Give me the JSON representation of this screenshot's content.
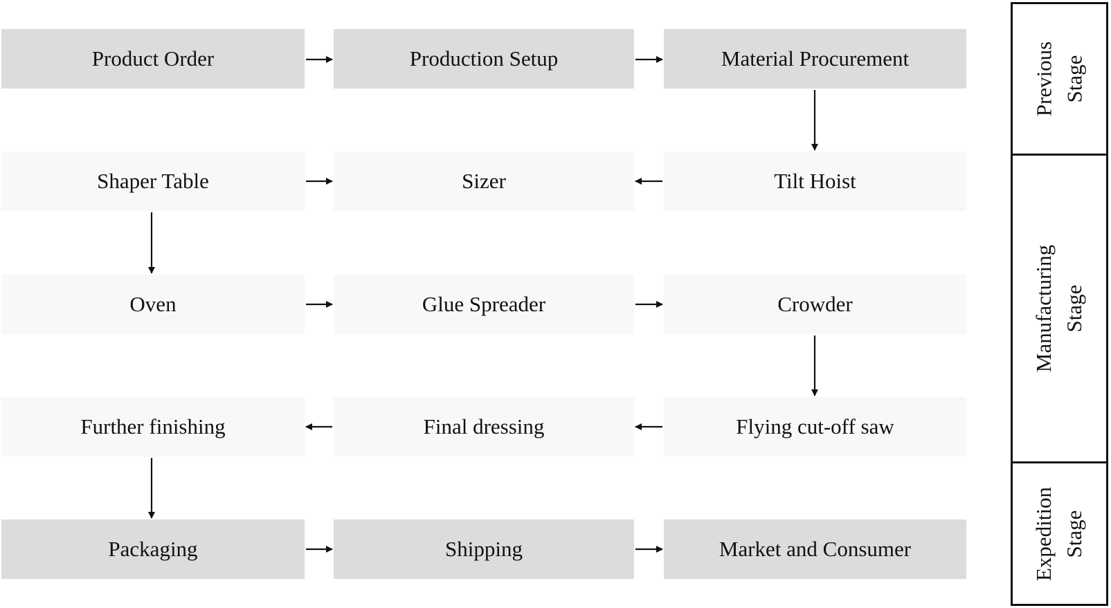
{
  "flow": {
    "row1": [
      "Product Order",
      "Production Setup",
      "Material Procurement"
    ],
    "row2": [
      "Shaper Table",
      "Sizer",
      "Tilt Hoist"
    ],
    "row3": [
      "Oven",
      "Glue Spreader",
      "Crowder"
    ],
    "row4": [
      "Further finishing",
      "Final dressing",
      "Flying cut-off saw"
    ],
    "row5": [
      "Packaging",
      "Shipping",
      "Market and Consumer"
    ]
  },
  "stages": [
    {
      "line1": "Previous",
      "line2": "Stage"
    },
    {
      "line1": "Manufacturing",
      "line2": "Stage"
    },
    {
      "line1": "Expedition",
      "line2": "Stage"
    }
  ],
  "colors": {
    "stage_box": "#dcdcdc",
    "process_box": "#f8f8f8",
    "line": "#111111"
  }
}
